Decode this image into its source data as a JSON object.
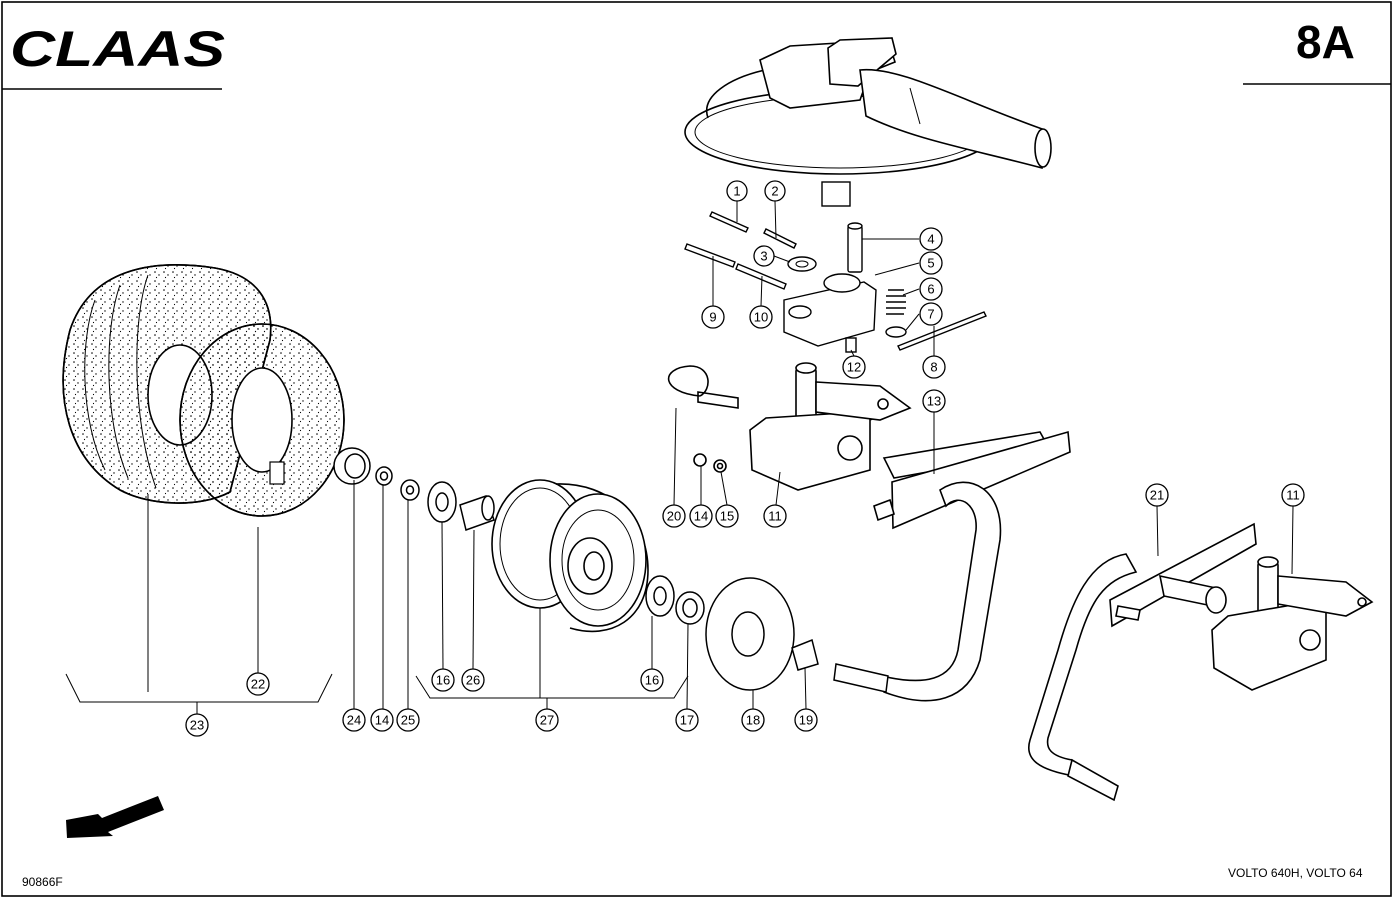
{
  "header": {
    "brand": "CLAAS",
    "sheet_number": "8A"
  },
  "footer": {
    "drawing_number": "90866F",
    "models": "VOLTO 640H, VOLTO 64"
  },
  "callouts": [
    {
      "id": "c1",
      "label": "1"
    },
    {
      "id": "c2",
      "label": "2"
    },
    {
      "id": "c3",
      "label": "3"
    },
    {
      "id": "c4",
      "label": "4"
    },
    {
      "id": "c5",
      "label": "5"
    },
    {
      "id": "c6",
      "label": "6"
    },
    {
      "id": "c7",
      "label": "7"
    },
    {
      "id": "c8",
      "label": "8"
    },
    {
      "id": "c9",
      "label": "9"
    },
    {
      "id": "c10",
      "label": "10"
    },
    {
      "id": "c11a",
      "label": "11"
    },
    {
      "id": "c11b",
      "label": "11"
    },
    {
      "id": "c12",
      "label": "12"
    },
    {
      "id": "c13",
      "label": "13"
    },
    {
      "id": "c14a",
      "label": "14"
    },
    {
      "id": "c14b",
      "label": "14"
    },
    {
      "id": "c15",
      "label": "15"
    },
    {
      "id": "c16a",
      "label": "16"
    },
    {
      "id": "c16b",
      "label": "16"
    },
    {
      "id": "c17",
      "label": "17"
    },
    {
      "id": "c18",
      "label": "18"
    },
    {
      "id": "c19",
      "label": "19"
    },
    {
      "id": "c20",
      "label": "20"
    },
    {
      "id": "c21",
      "label": "21"
    },
    {
      "id": "c22",
      "label": "22"
    },
    {
      "id": "c23",
      "label": "23"
    },
    {
      "id": "c24",
      "label": "24"
    },
    {
      "id": "c25",
      "label": "25"
    },
    {
      "id": "c26",
      "label": "26"
    },
    {
      "id": "c27",
      "label": "27"
    }
  ]
}
